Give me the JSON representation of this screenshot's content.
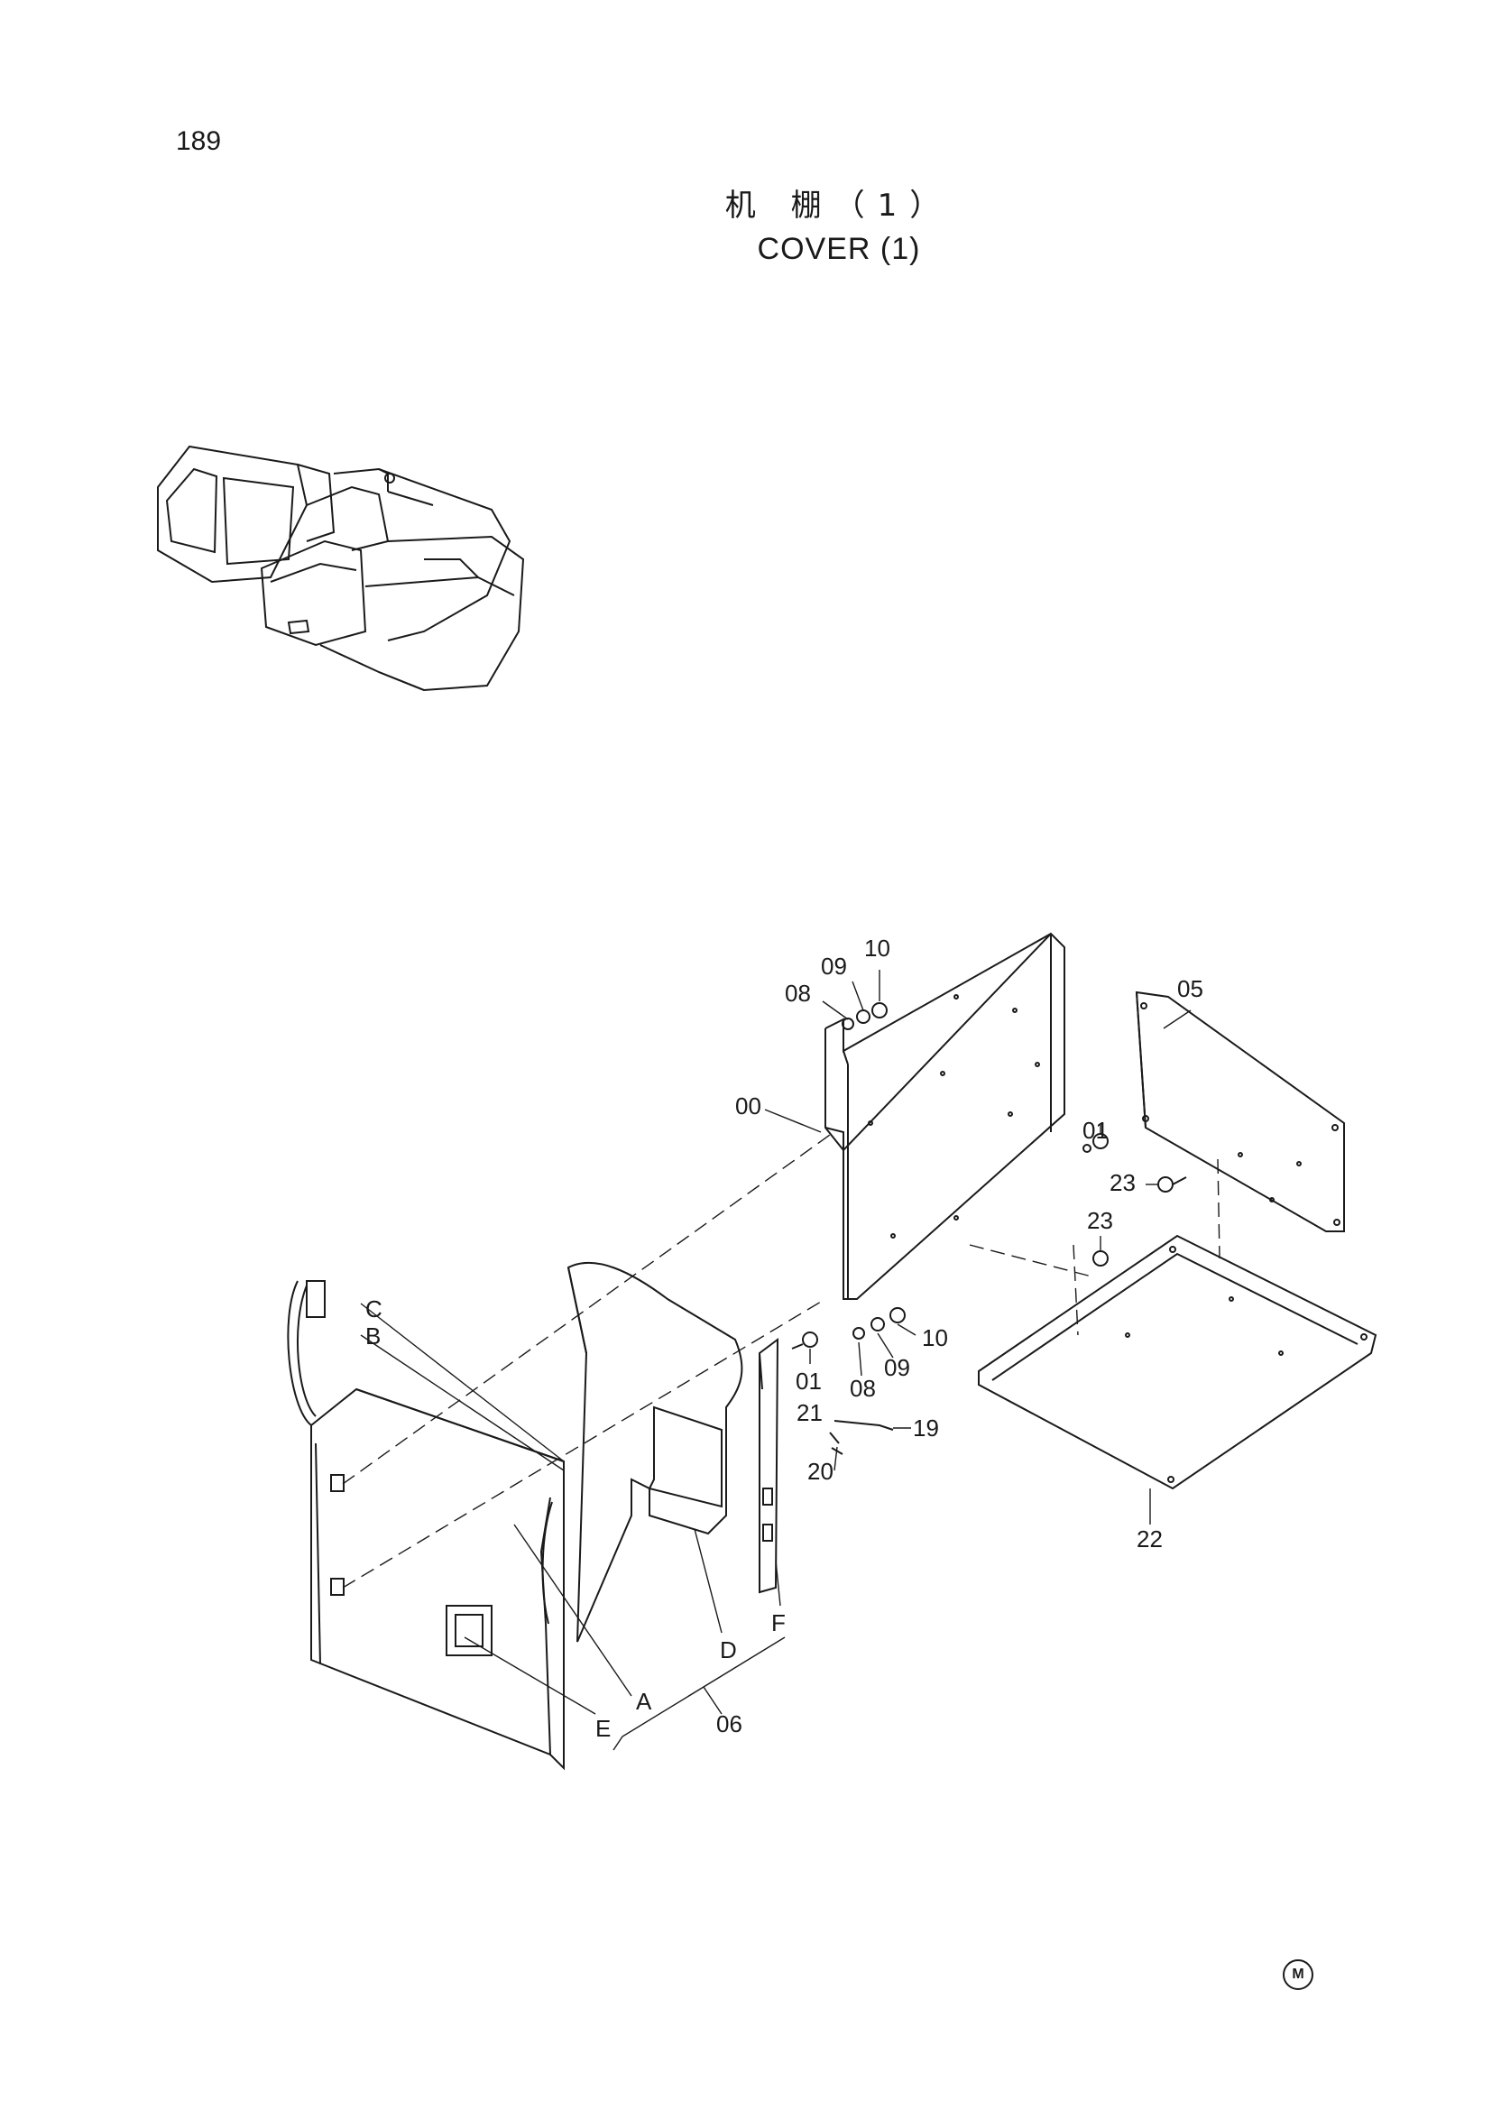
{
  "page_number": "189",
  "title": {
    "chinese": "机 棚（1）",
    "english": "COVER (1)"
  },
  "callouts": {
    "c00": "00",
    "c01a": "01",
    "c01b": "01",
    "c05": "05",
    "c06": "06",
    "c08a": "08",
    "c08b": "08",
    "c09a": "09",
    "c09b": "09",
    "c10a": "10",
    "c10b": "10",
    "c19": "19",
    "c20": "20",
    "c21": "21",
    "c22": "22",
    "c23a": "23",
    "c23b": "23"
  },
  "reference_letters": {
    "A": "A",
    "B": "B",
    "C": "C",
    "D": "D",
    "E": "E",
    "F": "F"
  },
  "corner_mark": "M",
  "colors": {
    "line": "#1a1a1a",
    "background": "#ffffff"
  }
}
